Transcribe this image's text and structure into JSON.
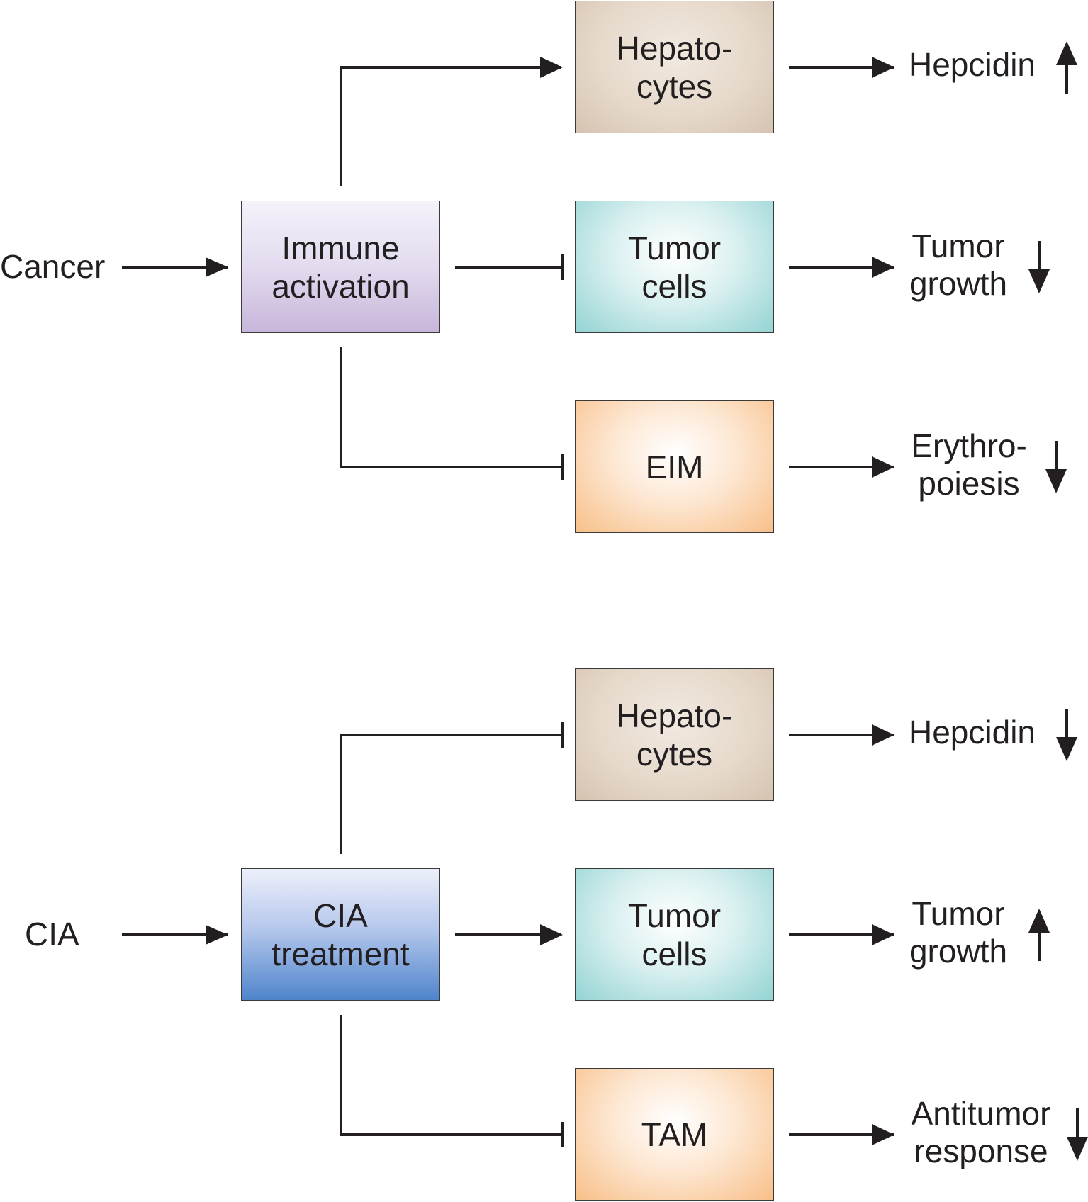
{
  "top": {
    "input": "Cancer",
    "center": [
      "Immune",
      "activation"
    ],
    "targets": [
      {
        "name": [
          "Hepato-",
          "cytes"
        ],
        "effect": "activates",
        "outcome": [
          "Hepcidin"
        ],
        "direction": "up"
      },
      {
        "name": [
          "Tumor",
          "cells"
        ],
        "effect": "inhibits",
        "outcome": [
          "Tumor",
          "growth"
        ],
        "direction": "down"
      },
      {
        "name": [
          "EIM"
        ],
        "effect": "inhibits",
        "outcome": [
          "Erythro-",
          "poiesis"
        ],
        "direction": "down"
      }
    ]
  },
  "bottom": {
    "input": "CIA",
    "center": [
      "CIA",
      "treatment"
    ],
    "targets": [
      {
        "name": [
          "Hepato-",
          "cytes"
        ],
        "effect": "inhibits",
        "outcome": [
          "Hepcidin"
        ],
        "direction": "down"
      },
      {
        "name": [
          "Tumor",
          "cells"
        ],
        "effect": "activates",
        "outcome": [
          "Tumor",
          "growth"
        ],
        "direction": "up"
      },
      {
        "name": [
          "TAM"
        ],
        "effect": "inhibits",
        "outcome": [
          "Antitumor",
          "response"
        ],
        "direction": "down"
      }
    ]
  },
  "colors": {
    "line": "#231f20",
    "hepatocytes": "#e6d9cb",
    "tumor_cells": "#b4e1e1",
    "eim_tam": "#fbd3ad",
    "immune_activation": "#d8cde8",
    "cia_treatment": "#7ea2dc"
  }
}
